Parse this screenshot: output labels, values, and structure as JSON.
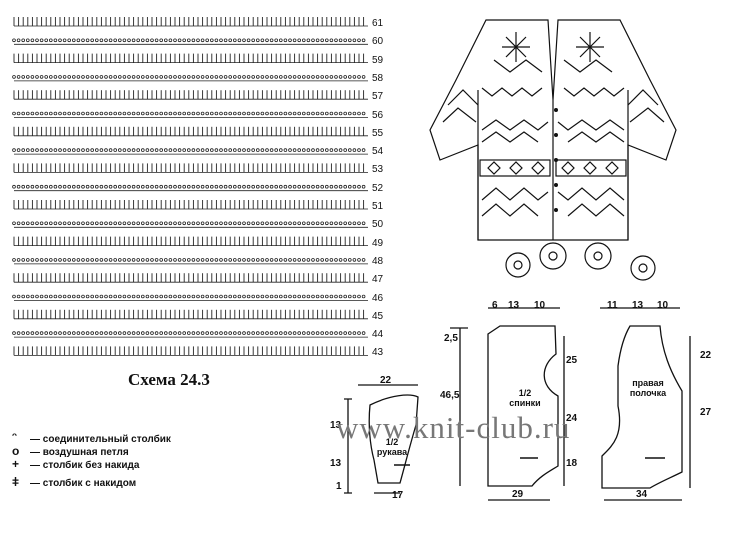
{
  "chart": {
    "title": "Схема 24.3",
    "row_numbers": [
      "61",
      "60",
      "59",
      "58",
      "57",
      "56",
      "55",
      "54",
      "53",
      "52",
      "51",
      "50",
      "49",
      "48",
      "47",
      "46",
      "45",
      "44",
      "43"
    ]
  },
  "legend": [
    {
      "symbol": "ᵔ",
      "text": "— соединительный столбик"
    },
    {
      "symbol": "o",
      "text": "— воздушная петля"
    },
    {
      "symbol": "+",
      "text": "— столбик без накида"
    },
    {
      "symbol": "ǂ",
      "text": "— столбик с накидом"
    }
  ],
  "sleeve": {
    "label_line1": "1/2",
    "label_line2": "рукава",
    "dims": {
      "top": "22",
      "left_upper": "13",
      "left_lower": "13",
      "left_bottom": "1",
      "bottom": "17"
    }
  },
  "back": {
    "label_line1": "1/2",
    "label_line2": "спинки",
    "dims": {
      "top_a": "6",
      "top_b": "13",
      "top_c": "10",
      "left_top": "2,5",
      "left_main": "46,5",
      "right_top": "25",
      "right_mid": "24",
      "right_bottom": "18",
      "bottom": "29"
    }
  },
  "front": {
    "label_line1": "правая",
    "label_line2": "полочка",
    "dims": {
      "top_a": "11",
      "top_b": "13",
      "top_c": "10",
      "right_top": "22",
      "right_bottom": "27",
      "bottom": "34"
    }
  },
  "watermark": "www.knit-club.ru"
}
